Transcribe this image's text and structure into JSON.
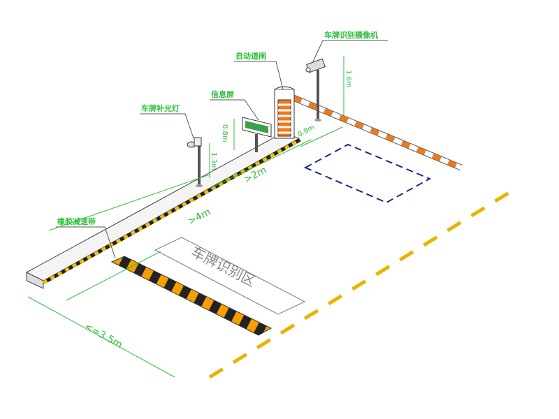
{
  "labels": {
    "camera": "车牌识别摄像机",
    "gate": "自动道闸",
    "screen": "信息屏",
    "light": "车牌补光灯",
    "speed_bump": "橡胶减速带",
    "zone": "车牌识别区"
  },
  "dimensions": {
    "gt2m": ">2m",
    "gt4m": ">4m",
    "le35m": "<=3.5m",
    "camera_height": "1.6m",
    "screen_height": "0.8m",
    "light_height": "1.3m",
    "gate_offset": "0.8m"
  },
  "colors": {
    "label": "#2fbf3a",
    "lane_line": "#e8b400",
    "arm_stripe": "#f07a1a",
    "zone_dash": "#1a2a8a"
  }
}
